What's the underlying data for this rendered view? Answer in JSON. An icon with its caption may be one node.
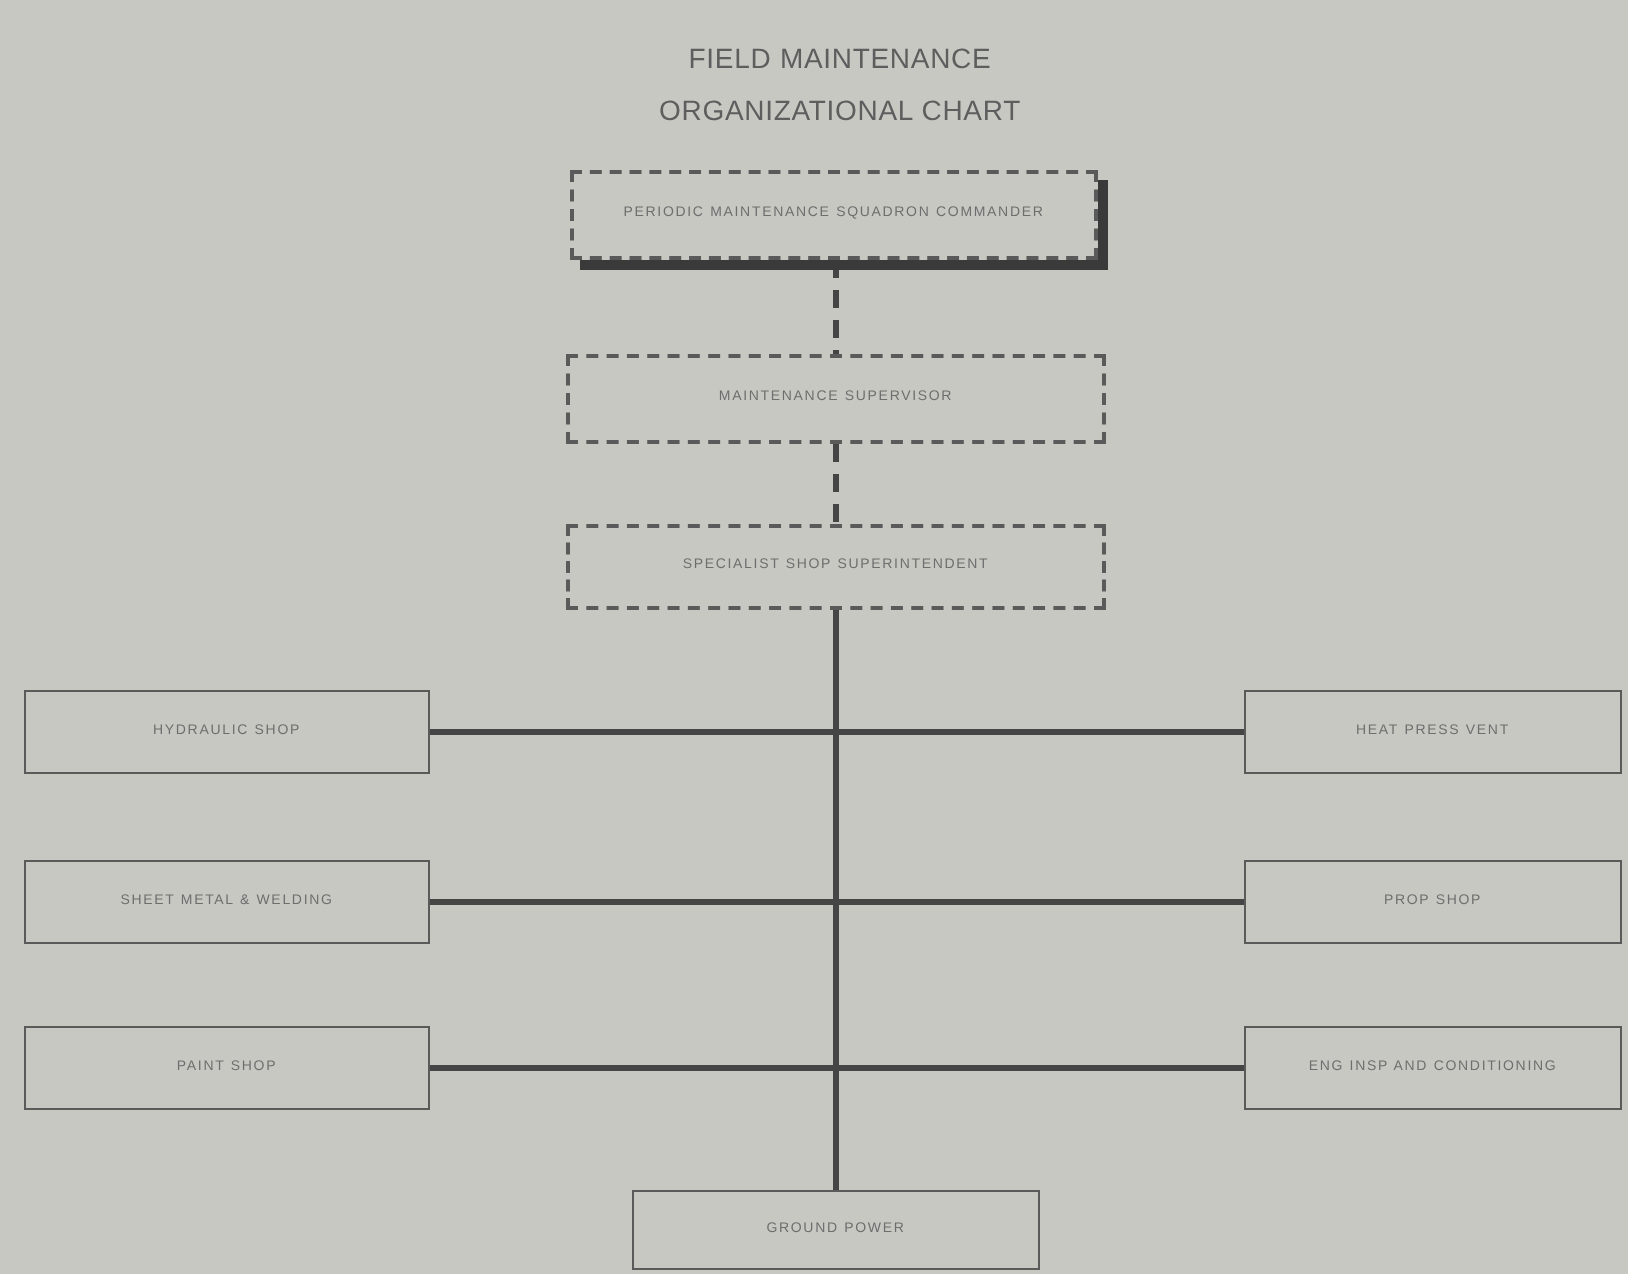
{
  "diagram": {
    "title": "FIELD MAINTENANCE ORGANIZATIONAL CHART",
    "nodes": [
      {
        "text": [
          "PERIODIC MAINTENANCE SQUADRON COMMANDER"
        ]
      },
      {
        "text": [
          "MAINTENANCE SUPERVISOR"
        ]
      },
      {
        "text": [
          "SPECIALIST SHOP SUPERINTENDENT"
        ]
      },
      {
        "text": [
          "HYDRAULIC SHOP"
        ]
      },
      {
        "text": [
          "HEAT PRESS VENT"
        ]
      },
      {
        "text": [
          "SHEET METAL & WELDING"
        ]
      },
      {
        "text": [
          "PROP SHOP"
        ]
      },
      {
        "text": [
          "PAINT SHOP"
        ]
      },
      {
        "text": [
          "ENG INSP AND CONDITIONING"
        ]
      },
      {
        "text": [
          "GROUND POWER"
        ]
      }
    ],
    "edges": [
      {
        "from": 0,
        "to": 1,
        "arrow": "none",
        "style": "dashed"
      },
      {
        "from": 1,
        "to": 2,
        "arrow": "none",
        "style": "dashed"
      },
      {
        "from": 2,
        "to": 3,
        "arrow": "none"
      },
      {
        "from": 2,
        "to": 4,
        "arrow": "none"
      },
      {
        "from": 2,
        "to": 5,
        "arrow": "none"
      },
      {
        "from": 2,
        "to": 6,
        "arrow": "none"
      },
      {
        "from": 2,
        "to": 7,
        "arrow": "none"
      },
      {
        "from": 2,
        "to": 8,
        "arrow": "none"
      },
      {
        "from": 2,
        "to": 9,
        "arrow": "none"
      }
    ]
  }
}
